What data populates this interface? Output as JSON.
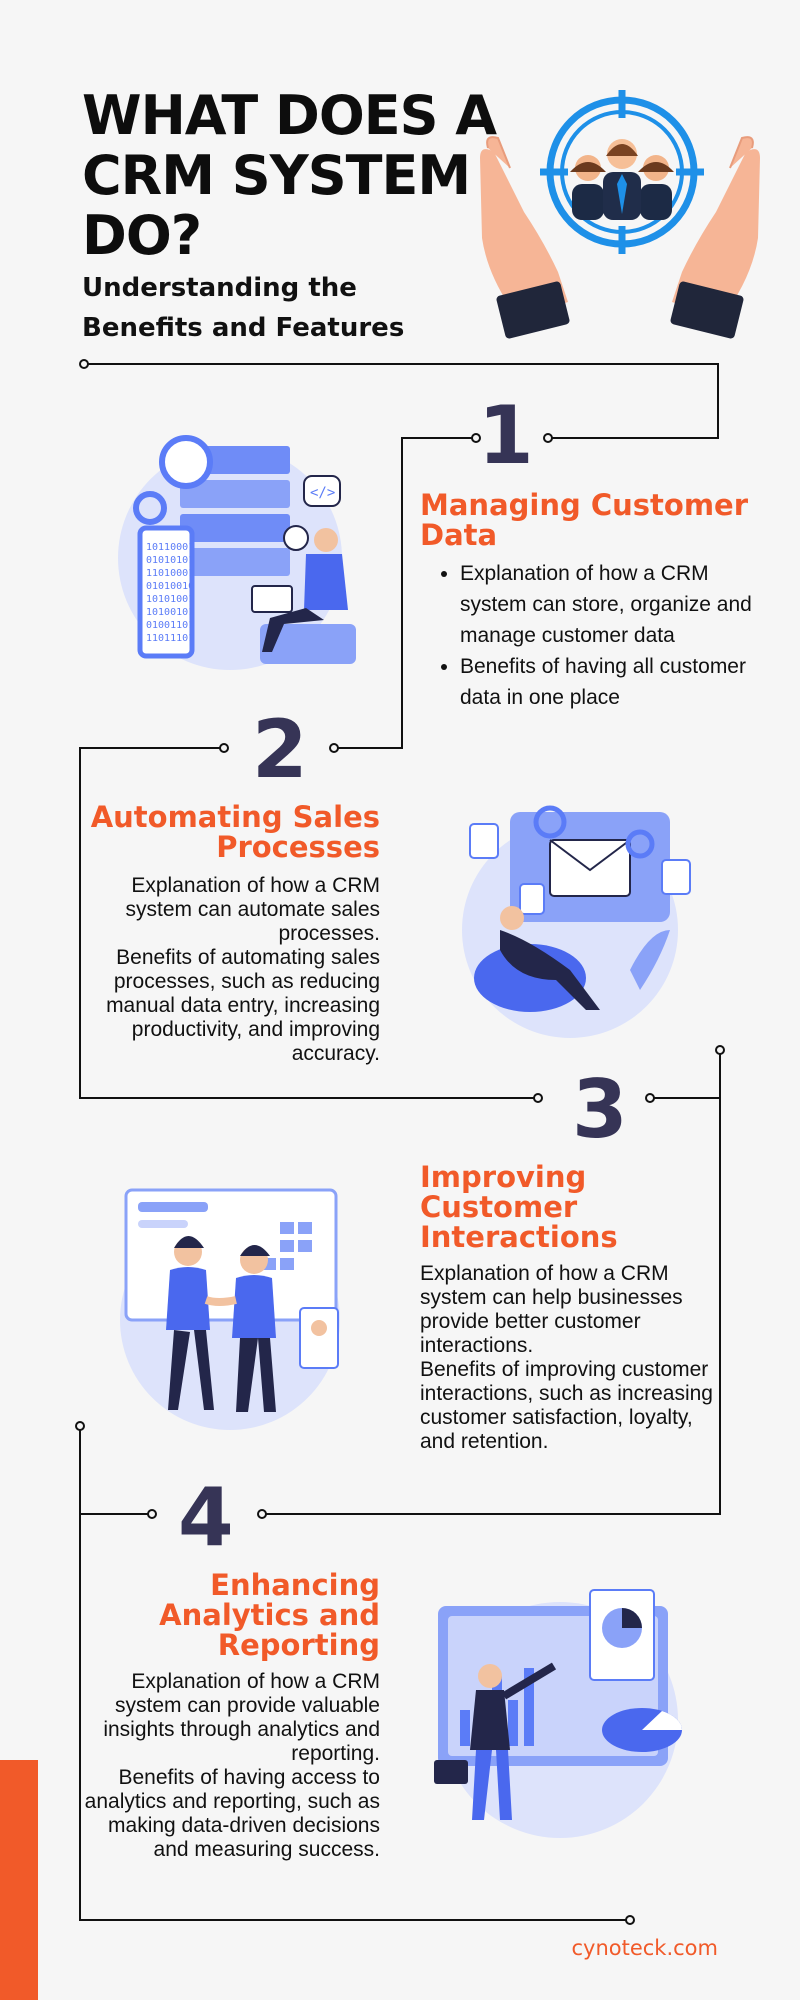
{
  "header": {
    "title": "WHAT DOES A CRM SYSTEM DO?",
    "subtitle": "Understanding the Benefits and Features"
  },
  "sections": [
    {
      "number": "1",
      "heading": "Managing Customer Data",
      "bullets": [
        "Explanation of how a CRM system can store, organize and manage customer data",
        "Benefits of having all customer data in one place"
      ]
    },
    {
      "number": "2",
      "heading": "Automating Sales Processes",
      "paragraphs": [
        "Explanation of how a CRM system can automate sales processes.",
        "Benefits of automating sales processes, such as reducing manual data entry, increasing productivity, and improving accuracy."
      ]
    },
    {
      "number": "3",
      "heading": "Improving Customer Interactions",
      "paragraphs": [
        "Explanation of how a CRM system can help businesses provide better customer interactions.",
        "Benefits of improving customer interactions, such as increasing customer satisfaction, loyalty, and retention."
      ]
    },
    {
      "number": "4",
      "heading": "Enhancing Analytics and Reporting",
      "paragraphs": [
        "Explanation of how a CRM system can provide valuable insights through analytics and reporting.",
        "Benefits of having access to analytics and reporting, such as making data-driven decisions and measuring success."
      ]
    }
  ],
  "footer": {
    "site": "cynoteck.com"
  },
  "colors": {
    "accent": "#f15a29",
    "number": "#363456",
    "illustration_blue": "#5b7cf7",
    "illustration_light": "#c9d3fb",
    "navy": "#23264a"
  },
  "icons": {
    "hero": "hands-holding-target-team-icon",
    "s1": "data-server-person-laptop-illustration",
    "s2": "email-automation-relaxing-person-illustration",
    "s3": "handshake-dashboard-illustration",
    "s4": "analytics-presentation-illustration"
  }
}
